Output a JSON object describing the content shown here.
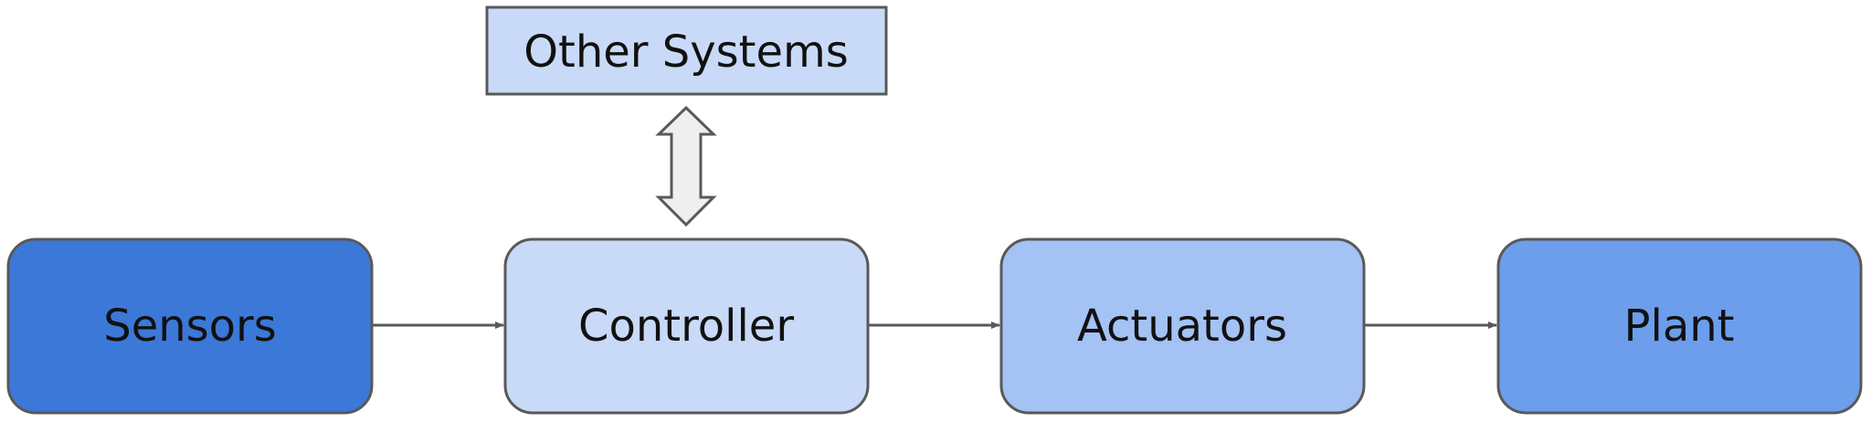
{
  "nodes": {
    "other_systems": {
      "label": "Other Systems",
      "fill": "#c9daf8"
    },
    "sensors": {
      "label": "Sensors",
      "fill": "#3c78d8"
    },
    "controller": {
      "label": "Controller",
      "fill": "#c9daf8"
    },
    "actuators": {
      "label": "Actuators",
      "fill": "#a4c2f4"
    },
    "plant": {
      "label": "Plant",
      "fill": "#6d9eeb"
    }
  },
  "colors": {
    "stroke": "#595959",
    "arrow": "#595959",
    "double_arrow_fill": "#efefef"
  }
}
